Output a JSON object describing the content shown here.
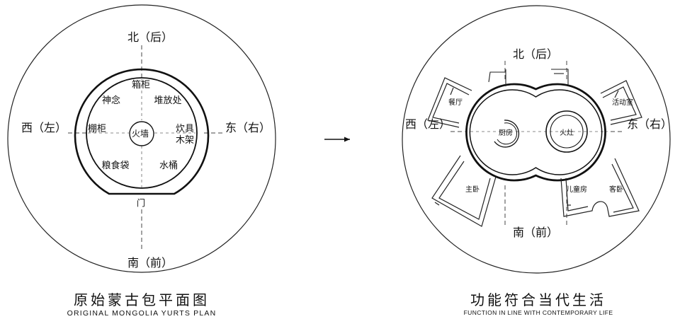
{
  "left_plan": {
    "north": "北（后）",
    "south": "南（前）",
    "west": "西（左）",
    "east": "东（右）",
    "rooms": {
      "chest": "箱柜",
      "shrine": "神念",
      "storage": "堆放处",
      "cabinet": "棚柜",
      "stove": "火墙",
      "cookware_1": "炊具",
      "cookware_2": "木架",
      "grain": "粮食袋",
      "bucket": "水桶",
      "door": "门"
    },
    "title": "原始蒙古包平面图",
    "subtitle": "ORIGINAL MONGOLIA YURTS PLAN"
  },
  "arrow": "→",
  "right_plan": {
    "north": "北（后）",
    "south": "南（前）",
    "west": "西（左）",
    "east": "东（右）",
    "rooms": {
      "dining": "餐厅",
      "activity": "活动室",
      "kitchen": "厨房",
      "fire": "火灶",
      "master": "主卧",
      "children": "儿童房",
      "guest": "客卧"
    },
    "title": "功能符合当代生活",
    "subtitle": "FUNCTION IN LINE WITH CONTEMPORARY LIFE"
  }
}
